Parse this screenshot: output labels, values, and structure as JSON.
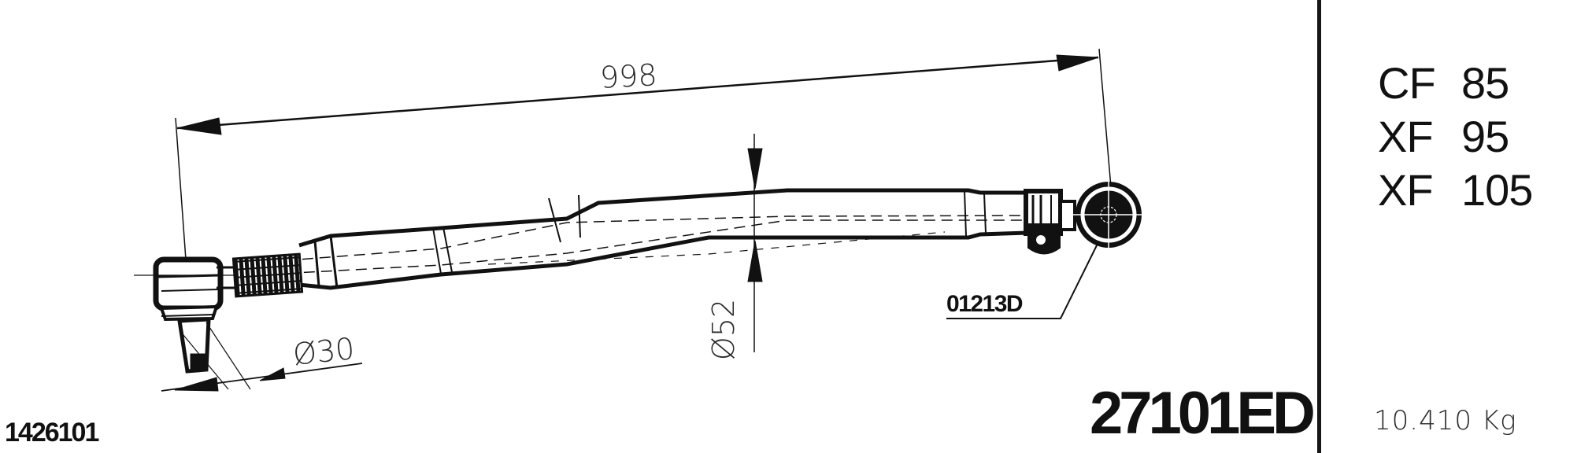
{
  "drawing": {
    "part_number": "27101ED",
    "reference_number": "1426101",
    "weight": "10.410 Kg",
    "component_label": "01213D",
    "dimensions": {
      "overall_length": "998",
      "tube_diameter": "Ø52",
      "ball_pin_diameter": "Ø30"
    }
  },
  "applications": [
    {
      "series": "CF",
      "model": "85"
    },
    {
      "series": "XF",
      "model": "95"
    },
    {
      "series": "XF",
      "model": "105"
    }
  ],
  "colors": {
    "ink": "#111111",
    "paper": "#ffffff"
  }
}
